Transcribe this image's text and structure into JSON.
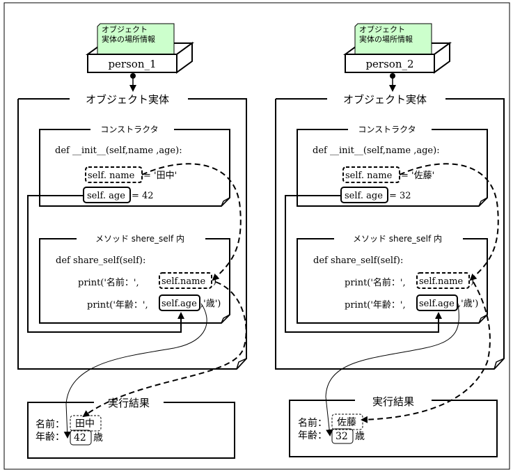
{
  "colors": {
    "note_fill": "#ccffcc",
    "line": "#000000",
    "background": "#ffffff"
  },
  "panels": [
    {
      "note": [
        "オブジェクト",
        "実体の場所情報"
      ],
      "variable": "person_1",
      "object_label": "オブジェクト実体",
      "constructor": {
        "title": "コンストラクタ",
        "def": "def __init__(self,name ,age):",
        "name_box": "self. name",
        "name_assign": "= '田中'",
        "age_box": "self. age",
        "age_assign": "= 42"
      },
      "method": {
        "title": "メソッド  shere_self 内",
        "def": "def share_self(self):",
        "print1_prefix": "print('名前：',",
        "print1_box": "self.name",
        "print1_suffix": ")",
        "print2_prefix": "print('年齢：',",
        "print2_box": "self.age",
        "print2_suffix": ",'歳')"
      },
      "result": {
        "title": "実行結果",
        "name_label": "名前：",
        "name_value": "田中",
        "age_label": "年齢：",
        "age_value": "42",
        "age_unit": "歳"
      }
    },
    {
      "note": [
        "オブジェクト",
        "実体の場所情報"
      ],
      "variable": "person_2",
      "object_label": "オブジェクト実体",
      "constructor": {
        "title": "コンストラクタ",
        "def": "def __init__(self,name ,age):",
        "name_box": "self. name",
        "name_assign": "= '佐藤'",
        "age_box": "self. age",
        "age_assign": "= 32"
      },
      "method": {
        "title": "メソッド  shere_self 内",
        "def": "def share_self(self):",
        "print1_prefix": "print('名前：',",
        "print1_box": "self.name",
        "print1_suffix": ")",
        "print2_prefix": "print('年齢：',",
        "print2_box": "self.age",
        "print2_suffix": ",'歳')"
      },
      "result": {
        "title": "実行結果",
        "name_label": "名前：",
        "name_value": "佐藤",
        "age_label": "年齢：",
        "age_value": "32",
        "age_unit": "歳"
      }
    }
  ]
}
